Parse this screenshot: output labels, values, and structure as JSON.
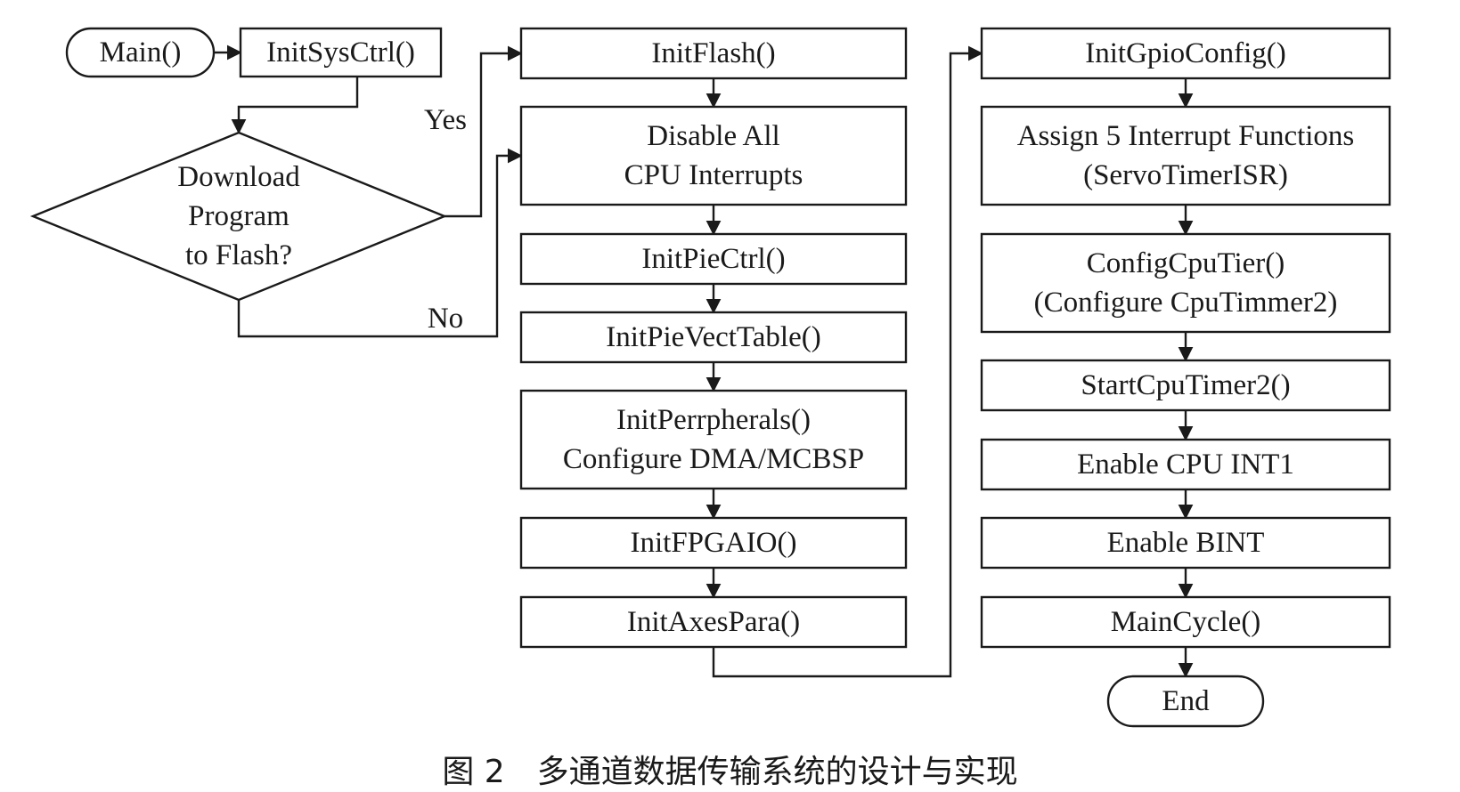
{
  "diagram": {
    "nodes": [
      {
        "id": "main",
        "shape": "terminal",
        "lines": [
          "Main()"
        ]
      },
      {
        "id": "initsysctrl",
        "shape": "process",
        "lines": [
          "InitSysCtrl()"
        ]
      },
      {
        "id": "decision",
        "shape": "decision",
        "lines": [
          "Download",
          "Program",
          "to Flash?"
        ]
      },
      {
        "id": "initflash",
        "shape": "process",
        "lines": [
          "InitFlash()"
        ]
      },
      {
        "id": "disableint",
        "shape": "process",
        "lines": [
          "Disable All",
          "CPU Interrupts"
        ]
      },
      {
        "id": "initpiectrl",
        "shape": "process",
        "lines": [
          "InitPieCtrl()"
        ]
      },
      {
        "id": "initpievect",
        "shape": "process",
        "lines": [
          "InitPieVectTable()"
        ]
      },
      {
        "id": "initperiph",
        "shape": "process",
        "lines": [
          "InitPerrpherals()",
          "Configure DMA/MCBSP"
        ]
      },
      {
        "id": "initfpgaio",
        "shape": "process",
        "lines": [
          "InitFPGAIO()"
        ]
      },
      {
        "id": "initaxes",
        "shape": "process",
        "lines": [
          "InitAxesPara()"
        ]
      },
      {
        "id": "initgpio",
        "shape": "process",
        "lines": [
          "InitGpioConfig()"
        ]
      },
      {
        "id": "assignint",
        "shape": "process",
        "lines": [
          "Assign 5 Interrupt Functions",
          "(ServoTimerISR)"
        ]
      },
      {
        "id": "configtier",
        "shape": "process",
        "lines": [
          "ConfigCpuTier()",
          "(Configure CpuTimmer2)"
        ]
      },
      {
        "id": "starttimer",
        "shape": "process",
        "lines": [
          "StartCpuTimer2()"
        ]
      },
      {
        "id": "enableint1",
        "shape": "process",
        "lines": [
          "Enable CPU INT1"
        ]
      },
      {
        "id": "enablebint",
        "shape": "process",
        "lines": [
          "Enable BINT"
        ]
      },
      {
        "id": "maincycle",
        "shape": "process",
        "lines": [
          "MainCycle()"
        ]
      },
      {
        "id": "end",
        "shape": "terminal",
        "lines": [
          "End"
        ]
      }
    ],
    "edges": [
      {
        "from": "main",
        "to": "initsysctrl",
        "label": ""
      },
      {
        "from": "initsysctrl",
        "to": "decision",
        "label": ""
      },
      {
        "from": "decision",
        "to": "initflash",
        "label": "Yes"
      },
      {
        "from": "decision",
        "to": "disableint",
        "label": "No"
      },
      {
        "from": "initflash",
        "to": "disableint",
        "label": ""
      },
      {
        "from": "disableint",
        "to": "initpiectrl",
        "label": ""
      },
      {
        "from": "initpiectrl",
        "to": "initpievect",
        "label": ""
      },
      {
        "from": "initpievect",
        "to": "initperiph",
        "label": ""
      },
      {
        "from": "initperiph",
        "to": "initfpgaio",
        "label": ""
      },
      {
        "from": "initfpgaio",
        "to": "initaxes",
        "label": ""
      },
      {
        "from": "initaxes",
        "to": "initgpio",
        "label": ""
      },
      {
        "from": "initgpio",
        "to": "assignint",
        "label": ""
      },
      {
        "from": "assignint",
        "to": "configtier",
        "label": ""
      },
      {
        "from": "configtier",
        "to": "starttimer",
        "label": ""
      },
      {
        "from": "starttimer",
        "to": "enableint1",
        "label": ""
      },
      {
        "from": "enableint1",
        "to": "enablebint",
        "label": ""
      },
      {
        "from": "enablebint",
        "to": "maincycle",
        "label": ""
      },
      {
        "from": "maincycle",
        "to": "end",
        "label": ""
      }
    ]
  },
  "caption": "图 2　多通道数据传输系统的设计与实现",
  "colors": {
    "stroke": "#1a1a1a",
    "fill": "#ffffff"
  }
}
